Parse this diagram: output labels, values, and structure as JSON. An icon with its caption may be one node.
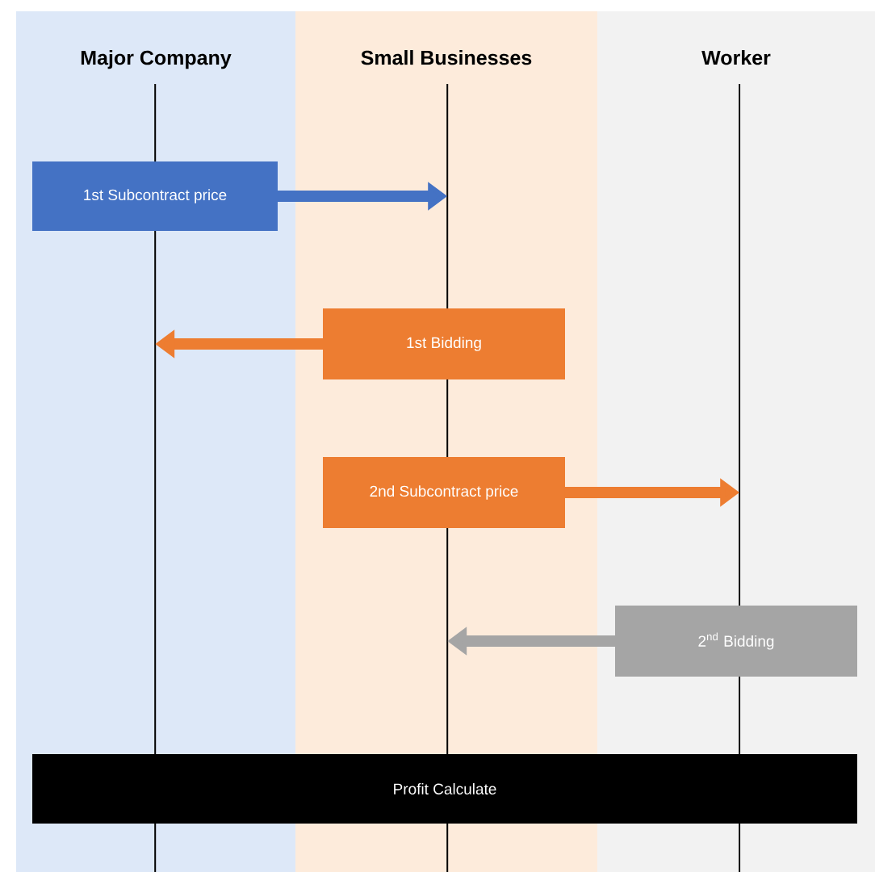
{
  "diagram": {
    "nodes": [
      {
        "text": [
          "Major Company"
        ]
      },
      {
        "text": [
          "Small Businesses"
        ]
      },
      {
        "text": [
          "Worker"
        ]
      },
      {
        "text": [
          "1st Subcontract price"
        ],
        "in": 0
      },
      {
        "text": [
          "1st Bidding"
        ],
        "in": 1
      },
      {
        "text": [
          "2nd Subcontract price"
        ],
        "in": 1
      },
      {
        "text": [
          "2$^{nd}$ Bidding"
        ],
        "in": 2
      },
      {
        "text": [
          "Profit Calculate"
        ]
      }
    ],
    "edges": [
      {
        "from": 3,
        "to": null,
        "arrow": "to",
        "color": "#4472c4"
      },
      {
        "from": 4,
        "to": null,
        "arrow": "to",
        "color": "#ed7d31"
      },
      {
        "from": 5,
        "to": null,
        "arrow": "to",
        "color": "#ed7d31"
      },
      {
        "from": 6,
        "to": null,
        "arrow": "to",
        "color": "#a5a5a5"
      }
    ]
  }
}
